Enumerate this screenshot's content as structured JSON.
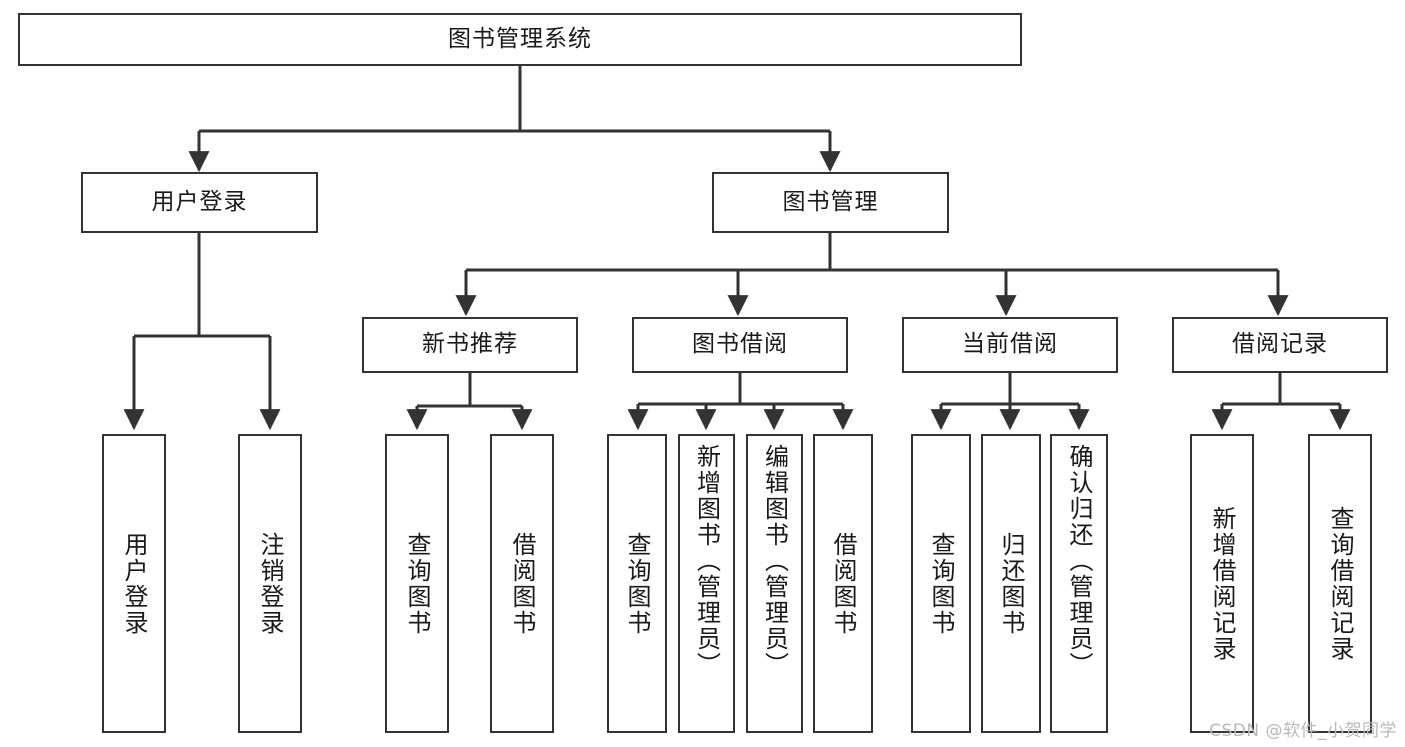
{
  "diagram": {
    "title": "图书管理系统",
    "type": "tree-hierarchy-chart",
    "watermark": "CSDN @软件_小贺同学",
    "colors": {
      "background": "#ffffff",
      "node_border": "#333333",
      "node_fill": "#ffffff",
      "edge": "#333333",
      "text": "#1a1a1a",
      "watermark": "#b9b9b9"
    },
    "nodes": {
      "root": {
        "label": "图书管理系统"
      },
      "level1": [
        {
          "id": "user-login",
          "label": "用户登录"
        },
        {
          "id": "book-management",
          "label": "图书管理"
        }
      ],
      "level2": [
        {
          "id": "new-book-recommend",
          "label": "新书推荐"
        },
        {
          "id": "book-borrow",
          "label": "图书借阅"
        },
        {
          "id": "current-borrow",
          "label": "当前借阅"
        },
        {
          "id": "borrow-record",
          "label": "借阅记录"
        }
      ],
      "leaves": {
        "user_login": [
          {
            "id": "leaf-user-login",
            "label": "用户登录"
          },
          {
            "id": "leaf-logout-login",
            "label": "注销登录"
          }
        ],
        "new_book_recommend": [
          {
            "id": "leaf-query-book-1",
            "label": "查询图书"
          },
          {
            "id": "leaf-borrow-book-1",
            "label": "借阅图书"
          }
        ],
        "book_borrow": [
          {
            "id": "leaf-query-book-2",
            "label": "查询图书"
          },
          {
            "id": "leaf-add-book",
            "label": "新增图书（管理员）"
          },
          {
            "id": "leaf-edit-book",
            "label": "编辑图书（管理员）"
          },
          {
            "id": "leaf-borrow-book-2",
            "label": "借阅图书"
          }
        ],
        "current_borrow": [
          {
            "id": "leaf-query-book-3",
            "label": "查询图书"
          },
          {
            "id": "leaf-return-book",
            "label": "归还图书"
          },
          {
            "id": "leaf-confirm-return",
            "label": "确认归还（管理员）"
          }
        ],
        "borrow_record": [
          {
            "id": "leaf-add-record",
            "label": "新增借阅记录"
          },
          {
            "id": "leaf-query-record",
            "label": "查询借阅记录"
          }
        ]
      }
    }
  }
}
